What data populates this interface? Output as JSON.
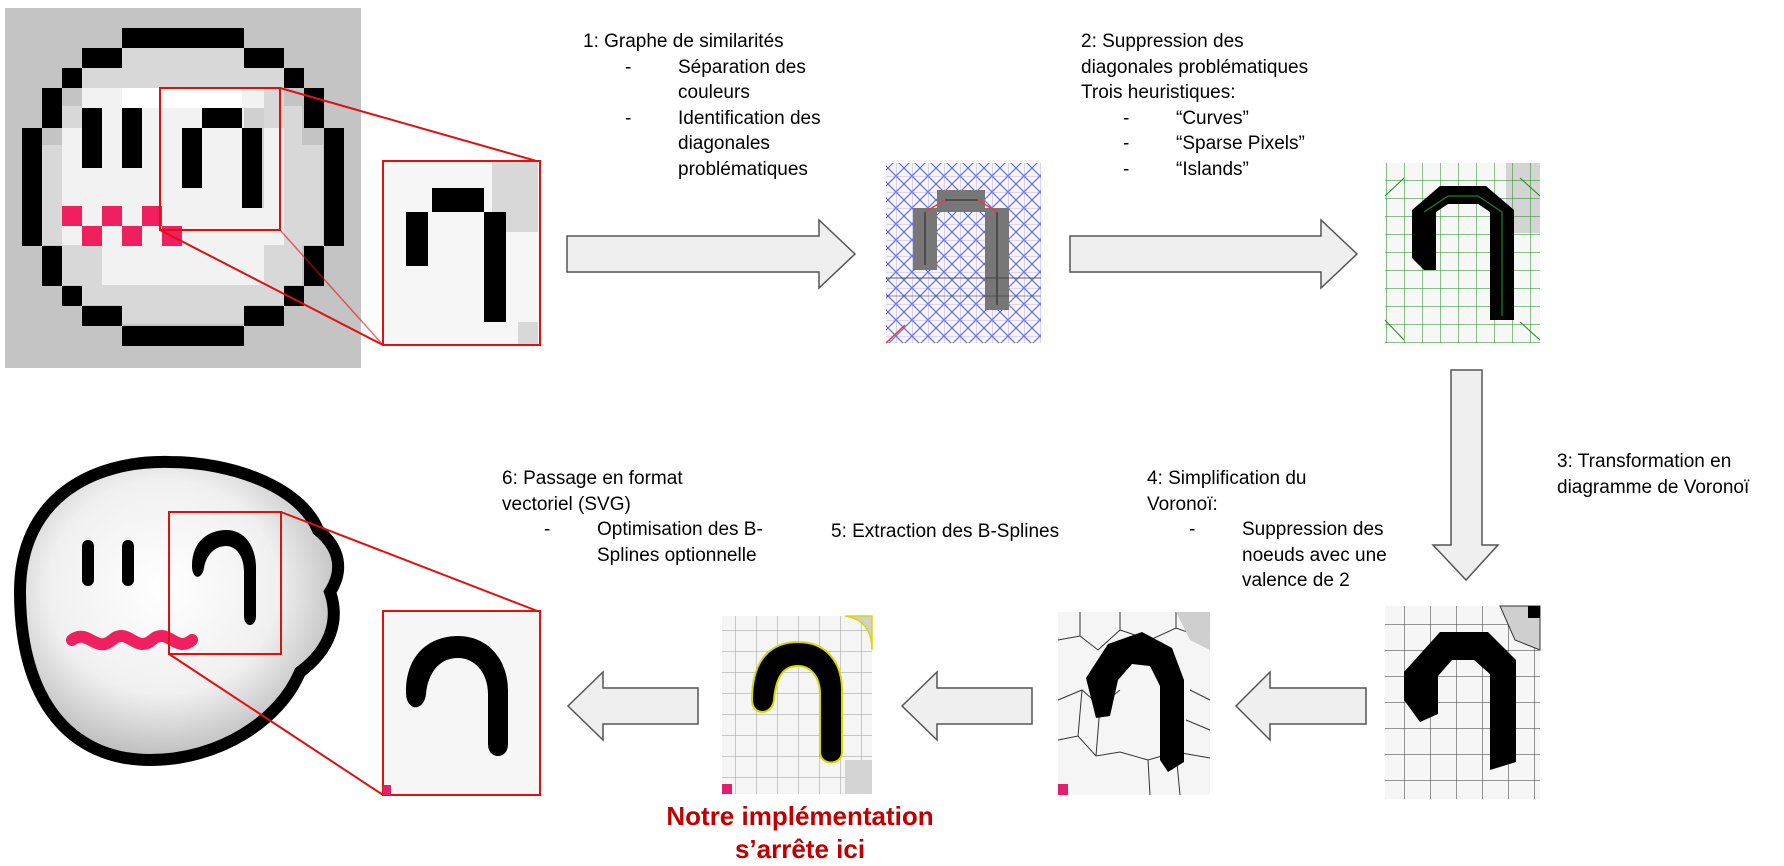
{
  "steps": {
    "step1": {
      "title": "1: Graphe de similarités",
      "items": [
        "Séparation des couleurs",
        "Identification des diagonales problématiques"
      ]
    },
    "step2": {
      "title_line1": "2: Suppression des",
      "title_line2": "diagonales problématiques",
      "subtitle": "Trois heuristiques:",
      "items": [
        "“Curves”",
        "“Sparse Pixels”",
        "“Islands”"
      ]
    },
    "step3": {
      "line1": "3: Transformation en",
      "line2": "diagramme de Voronoï"
    },
    "step4": {
      "line1": "4: Simplification du",
      "line2": "Voronoï:",
      "items": [
        "Suppression des noeuds avec une valence de 2"
      ]
    },
    "step5": {
      "title": "5: Extraction des B-Splines"
    },
    "step6": {
      "line1": "6: Passage en format",
      "line2": "vectoriel (SVG)",
      "items": [
        "Optimisation des B-Splines optionnelle"
      ]
    }
  },
  "dash": "-",
  "note": {
    "line1": "Notre implémentation",
    "line2": "s’arrête ici"
  },
  "colors": {
    "highlight_red": "#e01010",
    "note_red": "#c00000",
    "mouth_pink": "#f02060",
    "graph_blue": "#5a5ae0",
    "graph_green": "#1a8a1a",
    "spline_yellow": "#d8d800",
    "arrow_fill": "#efefef",
    "arrow_stroke": "#555555"
  }
}
